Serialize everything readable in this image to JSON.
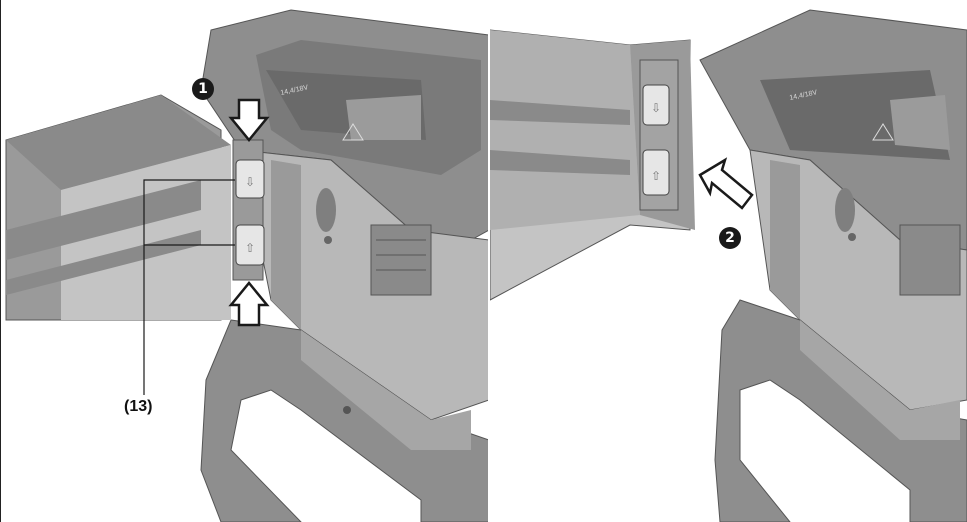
{
  "figure": {
    "steps": [
      {
        "number": "1",
        "action": "press-down-and-up-arrows"
      },
      {
        "number": "2",
        "action": "pull-cover-out-arrow"
      }
    ],
    "callout": {
      "label": "(13)",
      "part": "cover-hinge-clips"
    },
    "battery_label_text": "14,4/18V",
    "colors": {
      "body": "#8e8e8e",
      "body_dark": "#6f6f6f",
      "body_light": "#a9a9a9",
      "inner": "#b8b8b8",
      "clip": "#e6e6e6",
      "arrow_fill": "#ffffff",
      "arrow_stroke": "#1a1a1a"
    }
  }
}
